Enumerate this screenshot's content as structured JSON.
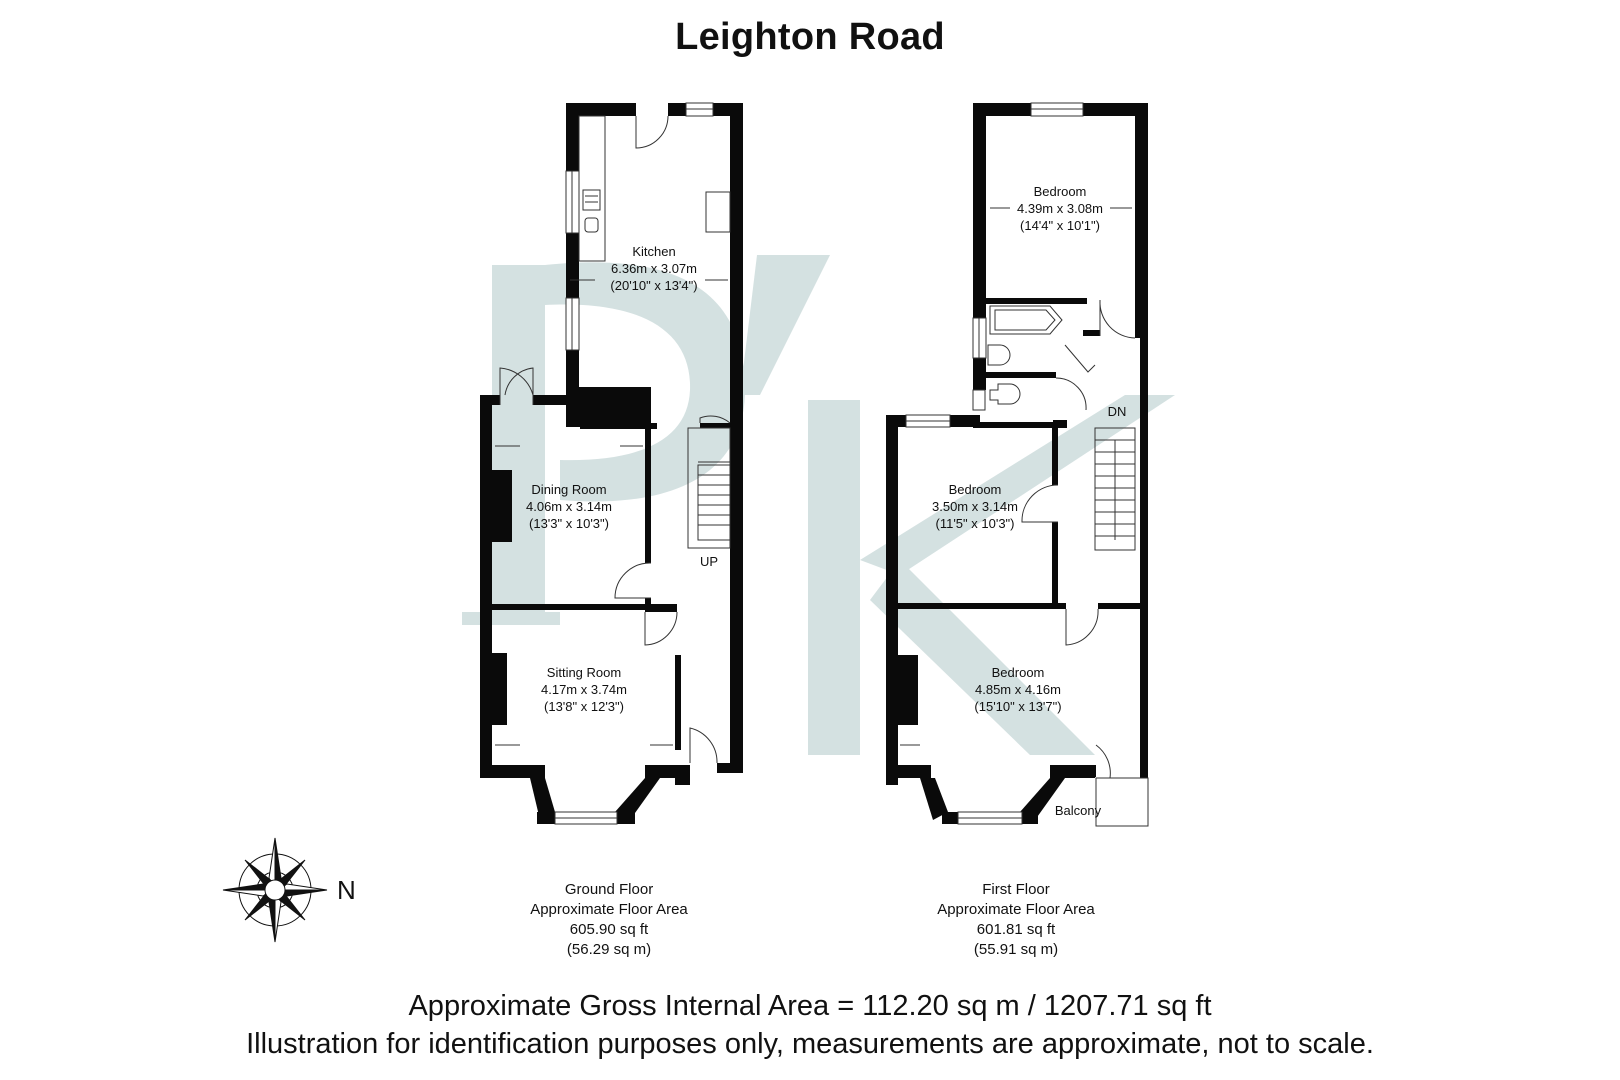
{
  "title": "Leighton Road",
  "colors": {
    "wall": "#0a0a0a",
    "watermark": "#cddcdc",
    "window": "#ffffff",
    "line": "#333333"
  },
  "icons": {
    "compass": "compass-rose-icon",
    "stairs": "stairs-icon",
    "bath": "bathtub-icon",
    "toilet": "toilet-icon",
    "sink": "sink-icon"
  },
  "compass_label": "N",
  "ground_floor": {
    "rooms": [
      {
        "name": "Kitchen",
        "metric": "6.36m x 3.07m",
        "imperial": "(20'10\" x 13'4\")"
      },
      {
        "name": "Dining Room",
        "metric": "4.06m x 3.14m",
        "imperial": "(13'3\" x 10'3\")"
      },
      {
        "name": "Sitting Room",
        "metric": "4.17m x 3.74m",
        "imperial": "(13'8\" x 12'3\")"
      }
    ],
    "stair_label": "UP",
    "summary": {
      "name": "Ground Floor",
      "area_label": "Approximate Floor Area",
      "area_sqft": "605.90 sq ft",
      "area_sqm": "(56.29 sq m)"
    }
  },
  "first_floor": {
    "rooms": [
      {
        "name": "Bedroom",
        "metric": "4.39m x 3.08m",
        "imperial": "(14'4\" x 10'1\")"
      },
      {
        "name": "Bedroom",
        "metric": "3.50m x 3.14m",
        "imperial": "(11'5\" x 10'3\")"
      },
      {
        "name": "Bedroom",
        "metric": "4.85m x 4.16m",
        "imperial": "(15'10\" x 13'7\")"
      }
    ],
    "stair_label": "DN",
    "balcony_label": "Balcony",
    "summary": {
      "name": "First Floor",
      "area_label": "Approximate Floor Area",
      "area_sqft": "601.81 sq ft",
      "area_sqm": "(55.91 sq m)"
    }
  },
  "footer": {
    "gross_area": "Approximate Gross Internal Area = 112.20 sq m / 1207.71 sq ft",
    "disclaimer": "Illustration for identification purposes only, measurements are approximate, not to scale."
  }
}
